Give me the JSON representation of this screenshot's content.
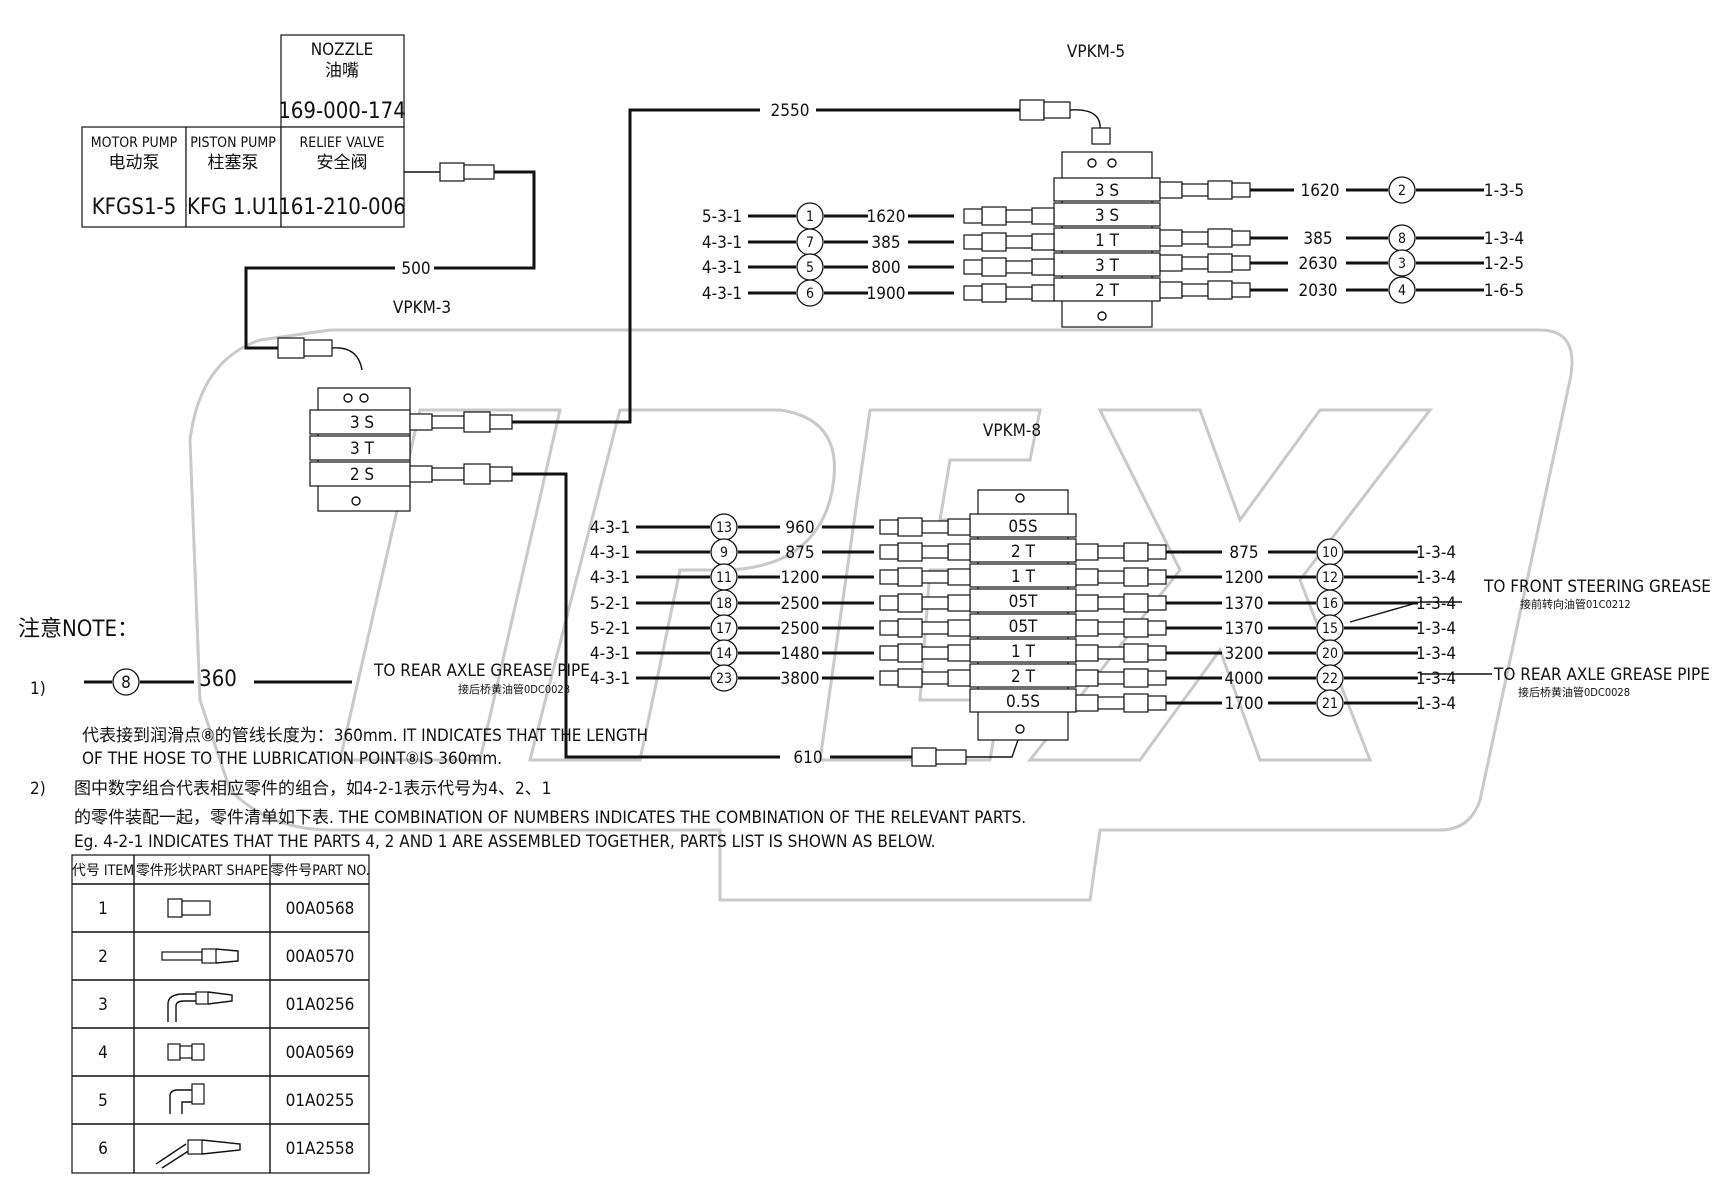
{
  "header_table": {
    "nozzle": {
      "en": "NOZZLE",
      "cn": "油嘴",
      "part": "169-000-174"
    },
    "motor_pump": {
      "en": "MOTOR PUMP",
      "cn": "电动泵",
      "part": "KFGS1-5"
    },
    "piston_pump": {
      "en": "PISTON PUMP",
      "cn": "柱塞泵",
      "part": "KFG 1.U1"
    },
    "relief_valve": {
      "en": "RELIEF VALVE",
      "cn": "安全阀",
      "part": "161-210-006"
    }
  },
  "pipe_500": "500",
  "pipe_2550": "2550",
  "pipe_610": "610",
  "vpkm3": {
    "title": "VPKM-3",
    "sections": [
      "3 S",
      "3 T",
      "2 S"
    ]
  },
  "vpkm5": {
    "title": "VPKM-5",
    "sections": [
      "3 S",
      "3 S",
      "1 T",
      "3 T",
      "2 T"
    ],
    "right_top": {
      "len": "1620",
      "item": "2",
      "code": "1-3-5"
    },
    "left": [
      {
        "code": "5-3-1",
        "item": "1",
        "len": "1620"
      },
      {
        "code": "4-3-1",
        "item": "7",
        "len": "385"
      },
      {
        "code": "4-3-1",
        "item": "5",
        "len": "800"
      },
      {
        "code": "4-3-1",
        "item": "6",
        "len": "1900"
      }
    ],
    "right": [
      {
        "len": "385",
        "item": "8",
        "code": "1-3-4"
      },
      {
        "len": "2630",
        "item": "3",
        "code": "1-2-5"
      },
      {
        "len": "2030",
        "item": "4",
        "code": "1-6-5"
      }
    ]
  },
  "vpkm8": {
    "title": "VPKM-8",
    "sections": [
      "05S",
      "2 T",
      "1 T",
      "05T",
      "05T",
      "1 T",
      "2 T",
      "0.5S"
    ],
    "left": [
      {
        "code": "4-3-1",
        "item": "13",
        "len": "960"
      },
      {
        "code": "4-3-1",
        "item": "9",
        "len": "875"
      },
      {
        "code": "4-3-1",
        "item": "11",
        "len": "1200"
      },
      {
        "code": "5-2-1",
        "item": "18",
        "len": "2500"
      },
      {
        "code": "5-2-1",
        "item": "17",
        "len": "2500"
      },
      {
        "code": "4-3-1",
        "item": "14",
        "len": "1480"
      },
      {
        "code": "4-3-1",
        "item": "23",
        "len": "3800"
      }
    ],
    "right": [
      {
        "len": "875",
        "item": "10",
        "code": "1-3-4"
      },
      {
        "len": "1200",
        "item": "12",
        "code": "1-3-4"
      },
      {
        "len": "1370",
        "item": "16",
        "code": "1-3-4"
      },
      {
        "len": "1370",
        "item": "15",
        "code": "1-3-4"
      },
      {
        "len": "3200",
        "item": "20",
        "code": "1-3-4"
      },
      {
        "len": "4000",
        "item": "22",
        "code": "1-3-4"
      },
      {
        "len": "1700",
        "item": "21",
        "code": "1-3-4"
      }
    ],
    "front_label": "TO FRONT STEERING GREASE PIPE",
    "front_sub": "接前转向油管01C0212",
    "rear_label": "TO REAR AXLE GREASE PIPE",
    "rear_sub": "接后桥黄油管0DC0028"
  },
  "left_rear_label": "TO REAR AXLE GREASE PIPE",
  "left_rear_sub": "接后桥黄油管0DC0028",
  "note": {
    "heading": "注意NOTE：",
    "n1": "1)",
    "n1_item": "8",
    "n1_len": "360",
    "n1_line1": "代表接到润滑点⑧的管线长度为：360mm. IT INDICATES THAT THE LENGTH",
    "n1_line2": "OF THE HOSE TO THE LUBRICATION POINT⑧IS 360mm.",
    "n2": "2)",
    "n2_line1": "图中数字组合代表相应零件的组合，如4-2-1表示代号为4、2、1",
    "n2_line2": "的零件装配一起，零件清单如下表. THE COMBINATION OF NUMBERS INDICATES THE COMBINATION OF THE RELEVANT PARTS.",
    "n2_line3": "Eg. 4-2-1 INDICATES THAT THE PARTS 4, 2 AND 1 ARE ASSEMBLED TOGETHER, PARTS LIST IS SHOWN AS BELOW."
  },
  "parts_table": {
    "headers": [
      "代号 ITEM",
      "零件形状PART SHAPE",
      "零件号PART NO."
    ],
    "rows": [
      {
        "item": "1",
        "shape": "fitting-straight",
        "part": "00A0568"
      },
      {
        "item": "2",
        "shape": "hose-end",
        "part": "00A0570"
      },
      {
        "item": "3",
        "shape": "elbow-hose-end",
        "part": "01A0256"
      },
      {
        "item": "4",
        "shape": "fitting-union",
        "part": "00A0569"
      },
      {
        "item": "5",
        "shape": "elbow-fitting",
        "part": "01A0255"
      },
      {
        "item": "6",
        "shape": "angled-hose-end",
        "part": "01A2558"
      }
    ]
  },
  "watermark": "OPEX",
  "colors": {
    "ink": "#111111",
    "watermark": "#c9c9c9",
    "paper": "#ffffff"
  }
}
